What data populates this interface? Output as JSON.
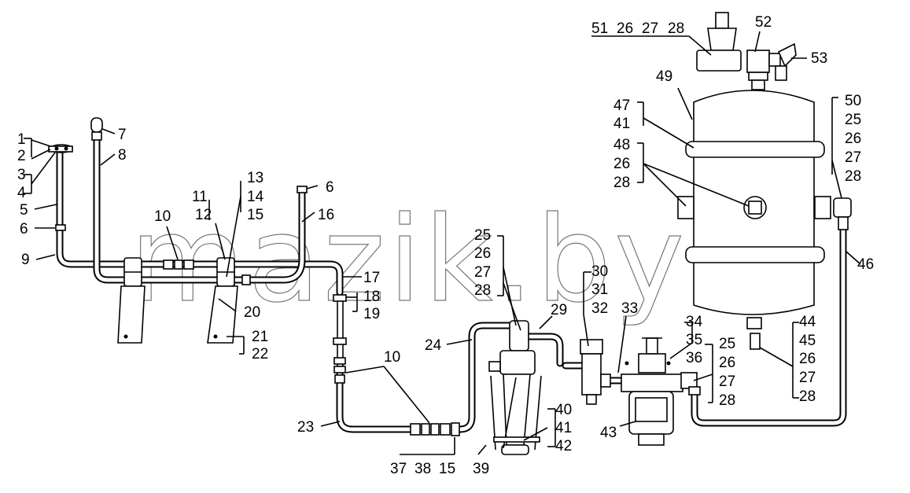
{
  "watermark": "mazik.by",
  "callouts": [
    {
      "id": "c1",
      "text": "1"
    },
    {
      "id": "c2",
      "text": "2"
    },
    {
      "id": "c3",
      "text": "3"
    },
    {
      "id": "c4",
      "text": "4"
    },
    {
      "id": "c5",
      "text": "5"
    },
    {
      "id": "c6a",
      "text": "6"
    },
    {
      "id": "c6b",
      "text": "6"
    },
    {
      "id": "c7",
      "text": "7"
    },
    {
      "id": "c8",
      "text": "8"
    },
    {
      "id": "c9",
      "text": "9"
    },
    {
      "id": "c10a",
      "text": "10"
    },
    {
      "id": "c10b",
      "text": "10"
    },
    {
      "id": "c11",
      "text": "11"
    },
    {
      "id": "c12",
      "text": "12"
    },
    {
      "id": "c13",
      "text": "13"
    },
    {
      "id": "c14",
      "text": "14"
    },
    {
      "id": "c15a",
      "text": "15"
    },
    {
      "id": "c15b",
      "text": "15"
    },
    {
      "id": "c16",
      "text": "16"
    },
    {
      "id": "c17",
      "text": "17"
    },
    {
      "id": "c18",
      "text": "18"
    },
    {
      "id": "c19",
      "text": "19"
    },
    {
      "id": "c20",
      "text": "20"
    },
    {
      "id": "c21",
      "text": "21"
    },
    {
      "id": "c22",
      "text": "22"
    },
    {
      "id": "c23",
      "text": "23"
    },
    {
      "id": "c24",
      "text": "24"
    },
    {
      "id": "c25a",
      "text": "25"
    },
    {
      "id": "c26a",
      "text": "26"
    },
    {
      "id": "c27a",
      "text": "27"
    },
    {
      "id": "c28a",
      "text": "28"
    },
    {
      "id": "c29",
      "text": "29"
    },
    {
      "id": "c30",
      "text": "30"
    },
    {
      "id": "c31",
      "text": "31"
    },
    {
      "id": "c32",
      "text": "32"
    },
    {
      "id": "c33",
      "text": "33"
    },
    {
      "id": "c34",
      "text": "34"
    },
    {
      "id": "c35",
      "text": "35"
    },
    {
      "id": "c36",
      "text": "36"
    },
    {
      "id": "c25b",
      "text": "25"
    },
    {
      "id": "c26b",
      "text": "26"
    },
    {
      "id": "c27b",
      "text": "27"
    },
    {
      "id": "c28b",
      "text": "28"
    },
    {
      "id": "c37",
      "text": "37"
    },
    {
      "id": "c38",
      "text": "38"
    },
    {
      "id": "c39",
      "text": "39"
    },
    {
      "id": "c40",
      "text": "40"
    },
    {
      "id": "c41a",
      "text": "41"
    },
    {
      "id": "c42",
      "text": "42"
    },
    {
      "id": "c43",
      "text": "43"
    },
    {
      "id": "c44",
      "text": "44"
    },
    {
      "id": "c45",
      "text": "45"
    },
    {
      "id": "c26c",
      "text": "26"
    },
    {
      "id": "c27c",
      "text": "27"
    },
    {
      "id": "c28c",
      "text": "28"
    },
    {
      "id": "c46",
      "text": "46"
    },
    {
      "id": "c47",
      "text": "47"
    },
    {
      "id": "c41b",
      "text": "41"
    },
    {
      "id": "c48",
      "text": "48"
    },
    {
      "id": "c26d",
      "text": "26"
    },
    {
      "id": "c28d",
      "text": "28"
    },
    {
      "id": "c49",
      "text": "49"
    },
    {
      "id": "c50",
      "text": "50"
    },
    {
      "id": "c25c",
      "text": "25"
    },
    {
      "id": "c26e",
      "text": "26"
    },
    {
      "id": "c27e",
      "text": "27"
    },
    {
      "id": "c28e",
      "text": "28"
    },
    {
      "id": "c51",
      "text": "51"
    },
    {
      "id": "c26f",
      "text": "26"
    },
    {
      "id": "c27f",
      "text": "27"
    },
    {
      "id": "c28f",
      "text": "28"
    },
    {
      "id": "c52",
      "text": "52"
    },
    {
      "id": "c53",
      "text": "53"
    }
  ]
}
